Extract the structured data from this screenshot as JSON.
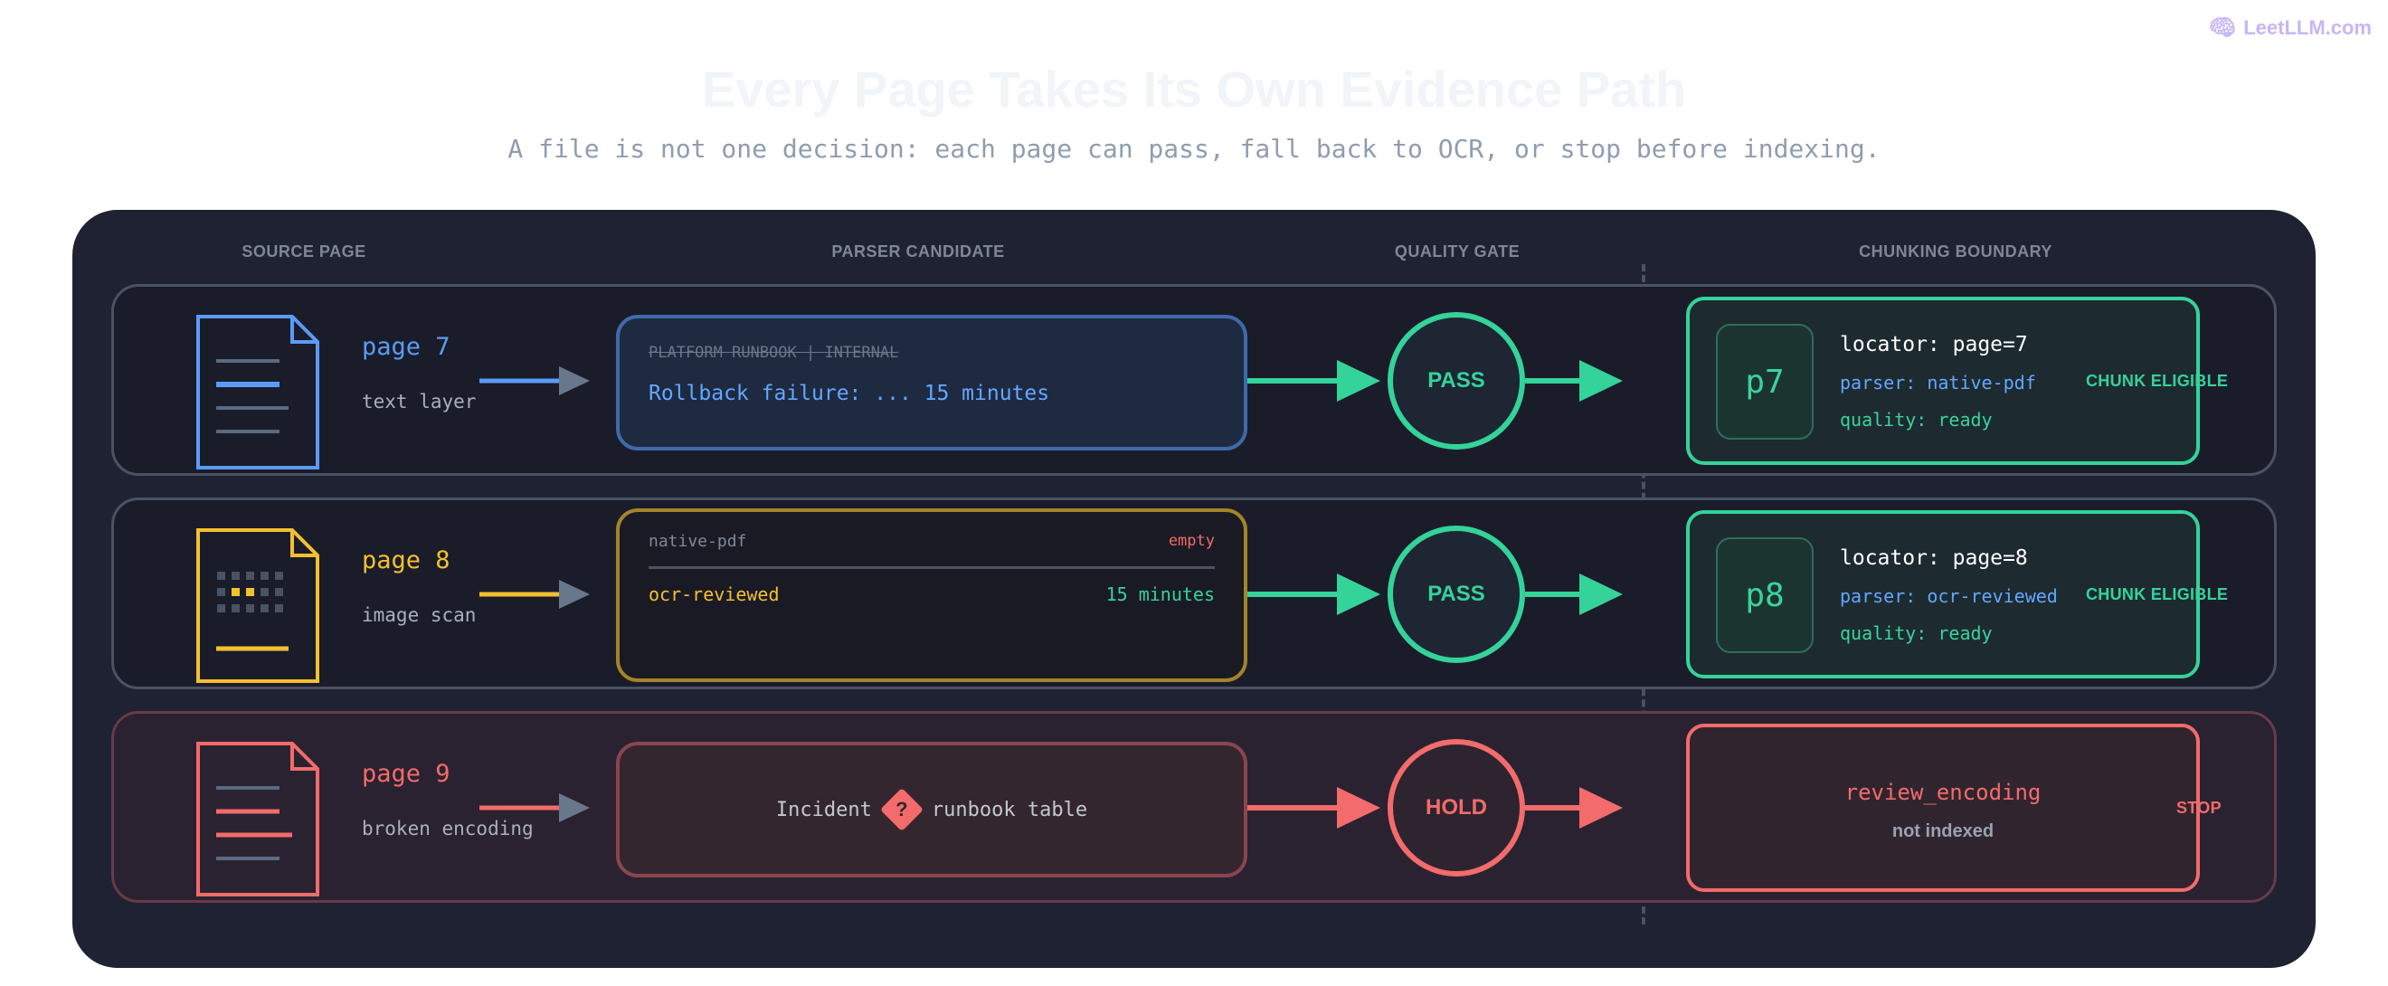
{
  "brand": {
    "name": "LeetLLM.com",
    "icon": "brain-icon"
  },
  "title": "Every Page Takes Its Own Evidence Path",
  "subtitle": "A file is not one decision: each page can pass, fall back to OCR, or stop before indexing.",
  "columns": {
    "source": "SOURCE PAGE",
    "parser": "PARSER CANDIDATE",
    "gate": "QUALITY GATE",
    "chunk": "CHUNKING BOUNDARY"
  },
  "rows": [
    {
      "page": "page 7",
      "layer": "text layer",
      "candidate": {
        "header": "PLATFORM RUNBOOK | INTERNAL",
        "text": "Rollback failure: ... 15 minutes"
      },
      "gate": "PASS",
      "chunk": {
        "badge": "p7",
        "locator": "locator: page=7",
        "parser": "parser: native-pdf",
        "quality": "quality: ready"
      },
      "verdict": "CHUNK ELIGIBLE",
      "color": "#5a9cf5"
    },
    {
      "page": "page 8",
      "layer": "image scan",
      "candidate": {
        "native": "native-pdf",
        "native_status": "empty",
        "ocr": "ocr-reviewed",
        "ocr_text": "15 minutes"
      },
      "gate": "PASS",
      "chunk": {
        "badge": "p8",
        "locator": "locator: page=8",
        "parser": "parser: ocr-reviewed",
        "quality": "quality: ready"
      },
      "verdict": "CHUNK ELIGIBLE",
      "color": "#f5c02f"
    },
    {
      "page": "page 9",
      "layer": "broken encoding",
      "candidate": {
        "text_left": "Incident",
        "glyph": "?",
        "text_right": "runbook table"
      },
      "gate": "HOLD",
      "chunk": {
        "title": "review_encoding",
        "sub": "not indexed"
      },
      "verdict": "STOP",
      "color": "#f36b6b"
    }
  ],
  "colors": {
    "pass": "#34d399",
    "hold": "#f36b6b",
    "blue": "#5a9cf5",
    "yellow": "#f5c02f",
    "panel": "#1f2232"
  }
}
